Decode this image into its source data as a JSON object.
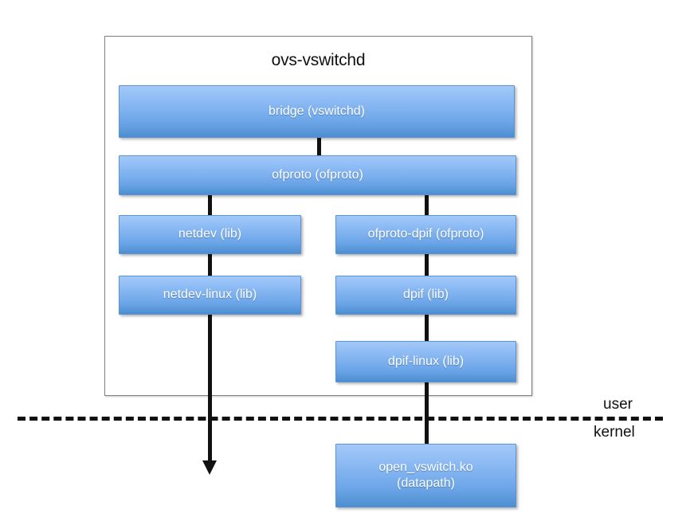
{
  "diagram": {
    "type": "block-architecture",
    "title": "ovs-vswitchd",
    "container": {
      "label": "ovs-vswitchd"
    },
    "zones": {
      "user_label": "user",
      "kernel_label": "kernel"
    },
    "colors": {
      "box_fill_top": "#a3c9f8",
      "box_fill_bottom": "#4d8ed0",
      "box_border": "#5b94d6",
      "box_text": "#ffffff",
      "line": "#111111",
      "container_border": "#808080",
      "background": "#ffffff"
    },
    "nodes": [
      {
        "id": "bridge",
        "label": "bridge (vswitchd)",
        "column": "full",
        "row": 1
      },
      {
        "id": "ofproto",
        "label": "ofproto (ofproto)",
        "column": "full",
        "row": 2
      },
      {
        "id": "netdev",
        "label": "netdev (lib)",
        "column": "left",
        "row": 3
      },
      {
        "id": "ofproto-dpif",
        "label": "ofproto-dpif (ofproto)",
        "column": "right",
        "row": 3
      },
      {
        "id": "netdev-linux",
        "label": "netdev-linux (lib)",
        "column": "left",
        "row": 4
      },
      {
        "id": "dpif",
        "label": "dpif (lib)",
        "column": "right",
        "row": 4
      },
      {
        "id": "dpif-linux",
        "label": "dpif-linux (lib)",
        "column": "right",
        "row": 5
      },
      {
        "id": "open_vswitch",
        "label": "open_vswitch.ko\n(datapath)",
        "line1": "open_vswitch.ko",
        "line2": "(datapath)",
        "column": "right",
        "row": 6,
        "zone": "kernel"
      }
    ],
    "edges": [
      {
        "from": "bridge",
        "to": "ofproto"
      },
      {
        "from": "ofproto",
        "to": "netdev"
      },
      {
        "from": "ofproto",
        "to": "ofproto-dpif"
      },
      {
        "from": "netdev",
        "to": "netdev-linux"
      },
      {
        "from": "ofproto-dpif",
        "to": "dpif"
      },
      {
        "from": "dpif",
        "to": "dpif-linux"
      },
      {
        "from": "dpif-linux",
        "to": "open_vswitch"
      },
      {
        "from": "netdev-linux",
        "to": "kernel-arrow",
        "arrow": true
      }
    ]
  }
}
